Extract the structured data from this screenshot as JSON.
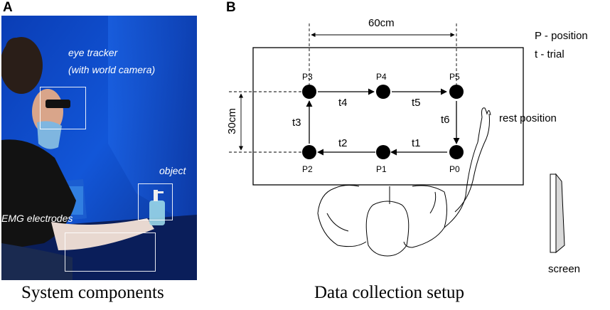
{
  "panel_a": {
    "letter": "A",
    "caption": "System components",
    "labels": {
      "eye_tracker_line1": "eye tracker",
      "eye_tracker_line2": "(with world camera)",
      "object": "object",
      "emg": "EMG electrodes"
    }
  },
  "panel_b": {
    "letter": "B",
    "caption": "Data collection setup",
    "dim_width": "60cm",
    "dim_height": "30cm",
    "legend": {
      "position": "P - position",
      "trial": "t  - trial"
    },
    "positions": [
      "P0",
      "P1",
      "P2",
      "P3",
      "P4",
      "P5"
    ],
    "trials": [
      "t1",
      "t2",
      "t3",
      "t4",
      "t5",
      "t6"
    ],
    "rest_position": "rest position",
    "screen": "screen"
  }
}
